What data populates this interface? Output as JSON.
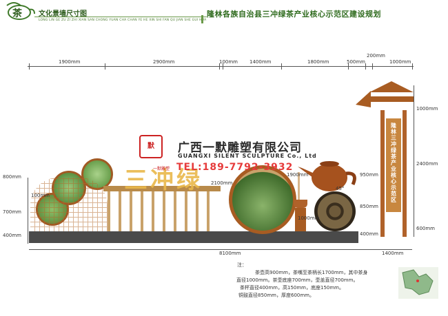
{
  "header": {
    "logo_char": "茶",
    "title": "文化景墙尺寸图",
    "subtitle": "LONG LIN GE ZU ZI ZHI XIAN SAN CHONG YUAN CHA CHAN YE HE XIN SHI FAN QU JIAN SHE GUI HUA",
    "project": "隆林各族自治县三冲绿茶产业核心示范区建设规划"
  },
  "dims_top": [
    "1900mm",
    "2900mm",
    "100mm",
    "1400mm",
    "1800mm",
    "500mm",
    "1000mm",
    "200mm"
  ],
  "dims_left": [
    "800mm",
    "700mm",
    "400mm"
  ],
  "dims_inner": [
    "100mm",
    "2100mm",
    "1900mm",
    "1000mm",
    "45°"
  ],
  "dims_right": [
    "1000mm",
    "2400mm",
    "600mm",
    "950mm",
    "850mm",
    "400mm"
  ],
  "dims_bottom": [
    "8100mm",
    "1400mm"
  ],
  "watermark": {
    "company": "广西一默雕塑有限公司",
    "company_en": "GUANGXI SILENT SCULPTURE Co., Ltd",
    "tel": "TEL:189-7792-3932",
    "logo_small": "一默雕塑"
  },
  "calligraphy": "三冲绿",
  "sign_text": "隆林三冲绿茶产业核心示范区",
  "notes": {
    "heading": "注：",
    "lines": [
      "茶壶高900mm，茶嘴至茶柄长1700mm，其中茶身",
      "直径1000mm。茶壶底座700mm，壶盖直径700mm。",
      "茶杯直径400mm，高150mm，底座150mm。",
      "铜鼓直径850mm，厚度600mm。"
    ]
  }
}
